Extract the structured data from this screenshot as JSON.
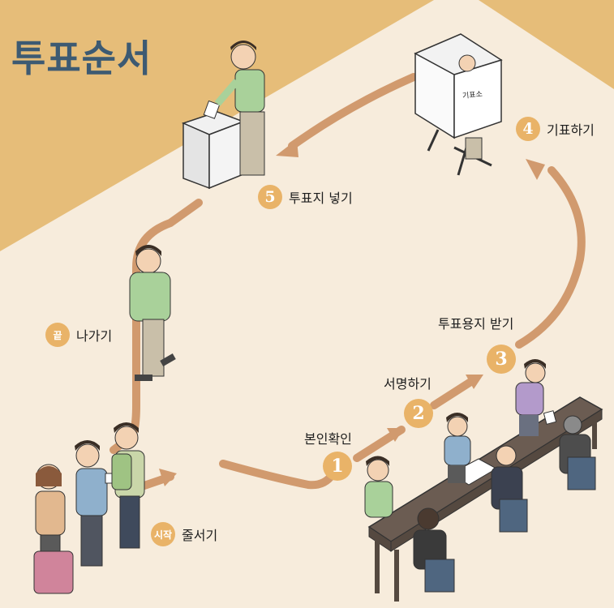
{
  "title": "투표순서",
  "booth_sign": "기표소",
  "steps": {
    "start": {
      "badge": "시작",
      "label": "줄서기"
    },
    "s1": {
      "badge": "1",
      "label": "본인확인"
    },
    "s2": {
      "badge": "2",
      "label": "서명하기"
    },
    "s3": {
      "badge": "3",
      "label": "투표용지 받기"
    },
    "s4": {
      "badge": "4",
      "label": "기표하기"
    },
    "s5": {
      "badge": "5",
      "label": "투표지 넣기"
    },
    "end": {
      "badge": "끝",
      "label": "나가기"
    }
  },
  "colors": {
    "background": "#f7ecdc",
    "diagonal_band": "#e6bd79",
    "arrow": "#d19a6e",
    "badge": "#e9b368",
    "title": "#3d5a72"
  }
}
